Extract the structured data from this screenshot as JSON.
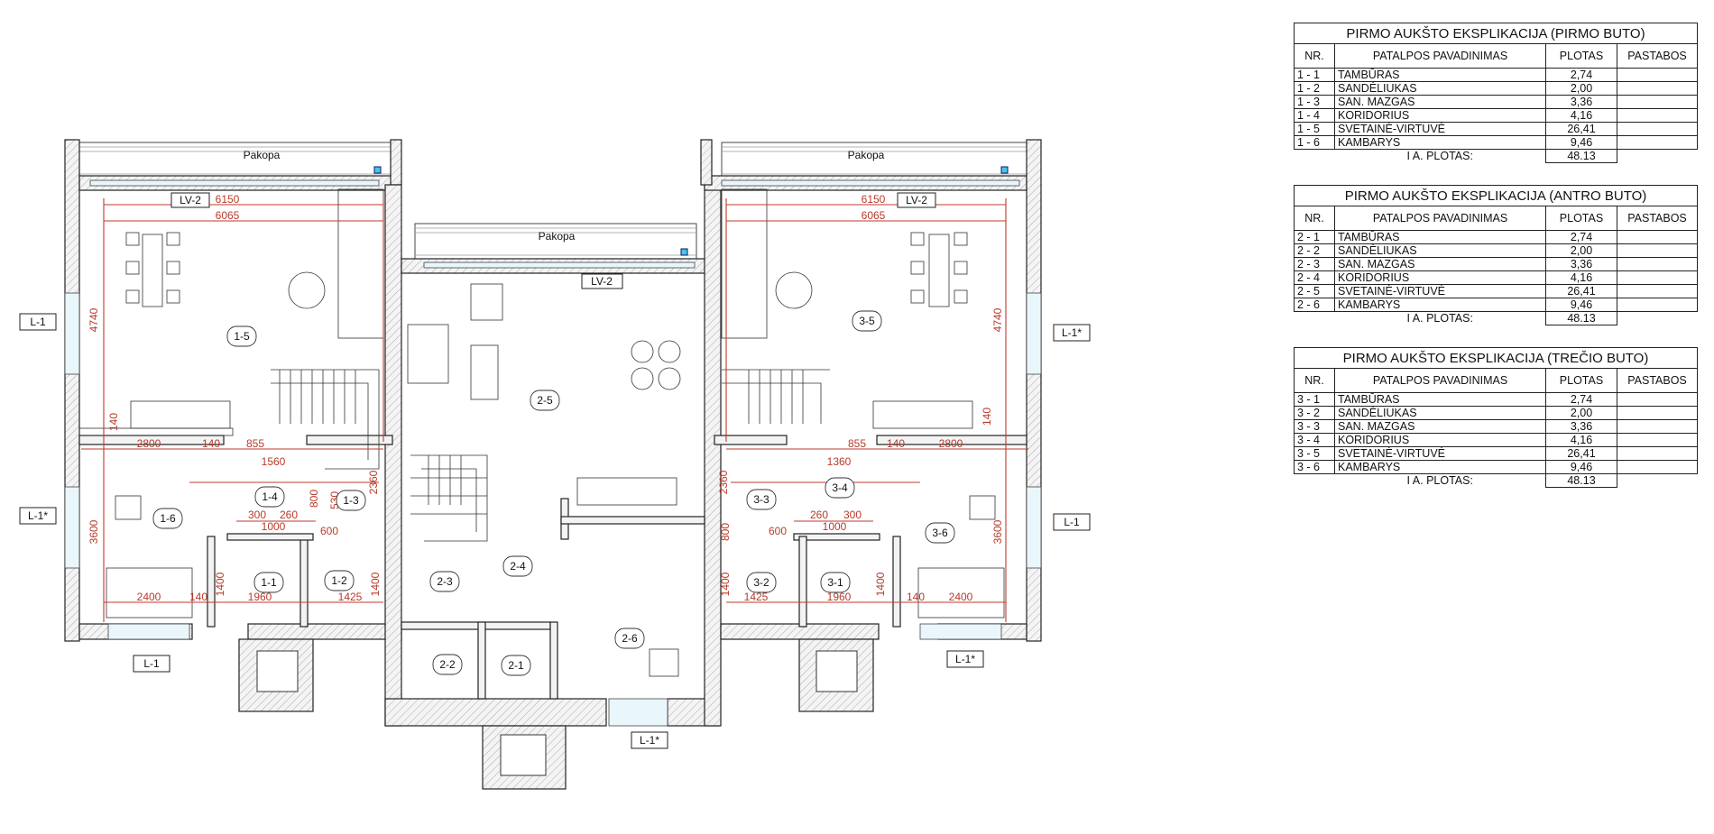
{
  "floor_plan": {
    "terrace_label": "Pakopa",
    "window_tags": {
      "lv2": "LV-2",
      "l1": "L-1",
      "l1star": "L-1*"
    },
    "rooms": {
      "r1_1": "1-1",
      "r1_2": "1-2",
      "r1_3": "1-3",
      "r1_4": "1-4",
      "r1_5": "1-5",
      "r1_6": "1-6",
      "r2_1": "2-1",
      "r2_2": "2-2",
      "r2_3": "2-3",
      "r2_4": "2-4",
      "r2_5": "2-5",
      "r2_6": "2-6",
      "r3_1": "3-1",
      "r3_2": "3-2",
      "r3_3": "3-3",
      "r3_4": "3-4",
      "r3_5": "3-5",
      "r3_6": "3-6"
    },
    "dimensions": {
      "d6150": "6150",
      "d6065": "6065",
      "d4740": "4740",
      "d140": "140",
      "d2800": "2800",
      "d855": "855",
      "d1560": "1560",
      "d800": "800",
      "d2360": "2360",
      "d530": "530",
      "d3600": "3600",
      "d300": "300",
      "d260": "260",
      "d1000": "1000",
      "d600": "600",
      "d1400": "1400",
      "d2400": "2400",
      "d1960": "1960",
      "d1425": "1425",
      "d1360": "1360"
    }
  },
  "explications": [
    {
      "title": "PIRMO AUKŠTO EKSPLIKACIJA (PIRMO BUTO)",
      "headers": {
        "nr": "NR.",
        "name": "PATALPOS PAVADINIMAS",
        "area": "PLOTAS",
        "notes": "PASTABOS"
      },
      "rows": [
        {
          "nr": "1 - 1",
          "name": "TAMBŪRAS",
          "area": "2,74"
        },
        {
          "nr": "1 - 2",
          "name": "SANDĖLIUKAS",
          "area": "2,00"
        },
        {
          "nr": "1 - 3",
          "name": "SAN. MAZGAS",
          "area": "3,36"
        },
        {
          "nr": "1 - 4",
          "name": "KORIDORIUS",
          "area": "4,16"
        },
        {
          "nr": "1 - 5",
          "name": "SVETAINĖ-VIRTUVĖ",
          "area": "26,41"
        },
        {
          "nr": "1 - 6",
          "name": "KAMBARYS",
          "area": "9,46"
        }
      ],
      "total_label": "I A. PLOTAS:",
      "total_value": "48.13"
    },
    {
      "title": "PIRMO AUKŠTO EKSPLIKACIJA (ANTRO BUTO)",
      "headers": {
        "nr": "NR.",
        "name": "PATALPOS PAVADINIMAS",
        "area": "PLOTAS",
        "notes": "PASTABOS"
      },
      "rows": [
        {
          "nr": "2 - 1",
          "name": "TAMBŪRAS",
          "area": "2,74"
        },
        {
          "nr": "2 - 2",
          "name": "SANDĖLIUKAS",
          "area": "2,00"
        },
        {
          "nr": "2 - 3",
          "name": "SAN. MAZGAS",
          "area": "3,36"
        },
        {
          "nr": "2 - 4",
          "name": "KORIDORIUS",
          "area": "4,16"
        },
        {
          "nr": "2 - 5",
          "name": "SVETAINĖ-VIRTUVĖ",
          "area": "26,41"
        },
        {
          "nr": "2 - 6",
          "name": "KAMBARYS",
          "area": "9,46"
        }
      ],
      "total_label": "I A. PLOTAS:",
      "total_value": "48.13"
    },
    {
      "title": "PIRMO AUKŠTO EKSPLIKACIJA (TREČIO BUTO)",
      "headers": {
        "nr": "NR.",
        "name": "PATALPOS PAVADINIMAS",
        "area": "PLOTAS",
        "notes": "PASTABOS"
      },
      "rows": [
        {
          "nr": "3 - 1",
          "name": "TAMBŪRAS",
          "area": "2,74"
        },
        {
          "nr": "3 - 2",
          "name": "SANDĖLIUKAS",
          "area": "2,00"
        },
        {
          "nr": "3 - 3",
          "name": "SAN. MAZGAS",
          "area": "3,36"
        },
        {
          "nr": "3 - 4",
          "name": "KORIDORIUS",
          "area": "4,16"
        },
        {
          "nr": "3 - 5",
          "name": "SVETAINĖ-VIRTUVĖ",
          "area": "26,41"
        },
        {
          "nr": "3 - 6",
          "name": "KAMBARYS",
          "area": "9,46"
        }
      ],
      "total_label": "I A. PLOTAS:",
      "total_value": "48.13"
    }
  ]
}
